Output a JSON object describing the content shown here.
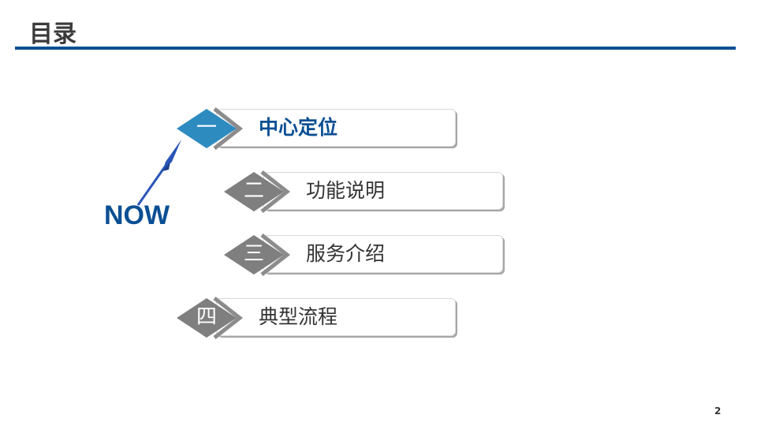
{
  "title": "目录",
  "now_label": "NOW",
  "items": [
    {
      "number": "一",
      "label": "中心定位",
      "active": true
    },
    {
      "number": "二",
      "label": "功能说明",
      "active": false
    },
    {
      "number": "三",
      "label": "服务介绍",
      "active": false
    },
    {
      "number": "四",
      "label": "典型流程",
      "active": false
    }
  ],
  "page_number": "2",
  "colors": {
    "accent": "#0b4f93",
    "active_diamond": "#2e8bc0",
    "inactive_diamond": "#7f7f7f"
  }
}
